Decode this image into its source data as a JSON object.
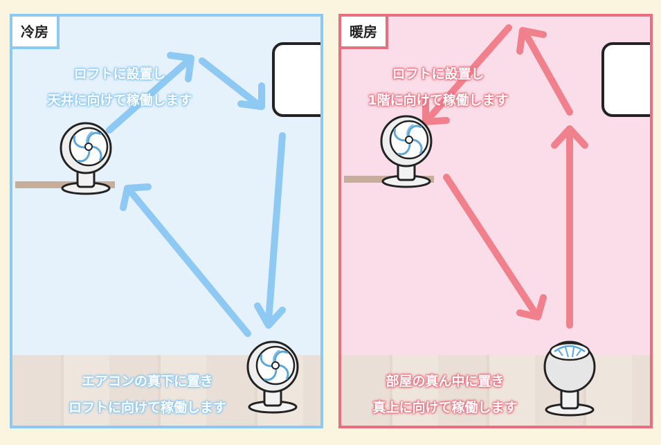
{
  "colors": {
    "cool": "#8cc8ef",
    "heat": "#e86f7f",
    "cool_arrow": "#8dc9f2",
    "heat_arrow": "#f1808d",
    "background": "#fbf5df"
  },
  "cool": {
    "title": "冷房",
    "loft_lines": [
      "ロフトに設置し",
      "天井に向けて稼働します"
    ],
    "floor_lines": [
      "エアコンの真下に置き",
      "ロフトに向けて稼働します"
    ]
  },
  "heat": {
    "title": "暖房",
    "loft_lines": [
      "ロフトに設置し",
      "1階に向けて稼働します"
    ],
    "floor_lines": [
      "部屋の真ん中に置き",
      "真上に向けて稼働します"
    ]
  },
  "icons": [
    "air-conditioner-icon",
    "circulator-fan-icon",
    "arrow-icon"
  ]
}
